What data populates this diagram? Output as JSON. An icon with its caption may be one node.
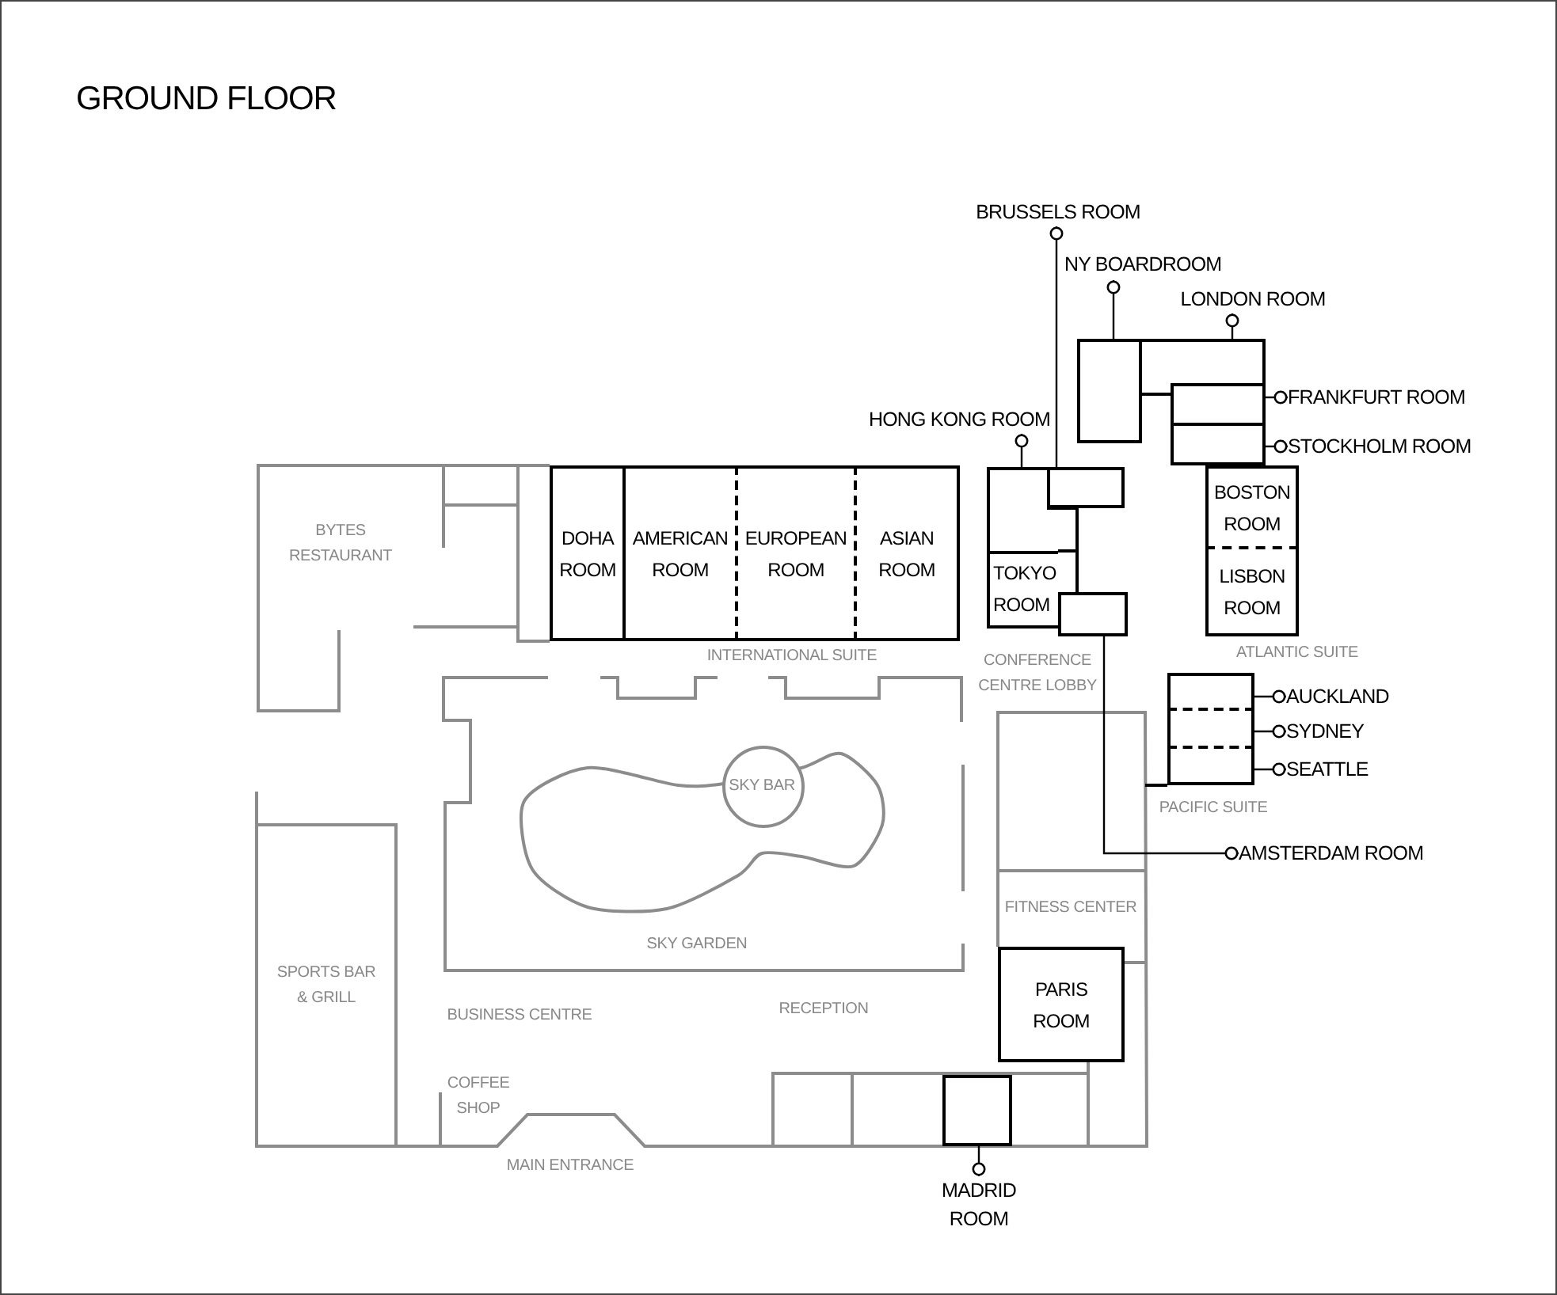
{
  "diagram": {
    "title": "GROUND FLOOR",
    "nodes": [
      {
        "text": [
          "BRUSSELS ROOM"
        ]
      },
      {
        "text": [
          "NY BOARDROOM"
        ]
      },
      {
        "text": [
          "LONDON ROOM"
        ]
      },
      {
        "text": [
          "FRANKFURT ROOM"
        ]
      },
      {
        "text": [
          "HONG KONG ROOM"
        ]
      },
      {
        "text": [
          "STOCKHOLM ROOM"
        ]
      },
      {
        "text": [],
        "shape": "box"
      },
      {
        "text": [],
        "shape": "box"
      },
      {
        "text": [],
        "shape": "box"
      },
      {
        "text": [],
        "shape": "box"
      },
      {
        "text": [],
        "shape": "box"
      },
      {
        "text": [],
        "shape": "box"
      },
      {
        "text": [
          "DOHA ROOM"
        ]
      },
      {
        "text": [
          "AMERICAN ROOM"
        ]
      },
      {
        "text": [
          "EUROPEAN ROOM"
        ]
      },
      {
        "text": [
          "ASIAN ROOM"
        ]
      },
      {
        "text": [
          "BOSTON ROOM"
        ]
      },
      {
        "text": [
          "TOKYO ROOM"
        ]
      },
      {
        "text": [],
        "shape": "box"
      },
      {
        "text": [
          "LISBON ROOM"
        ]
      },
      {
        "text": [],
        "shape": "box"
      },
      {
        "text": [],
        "shape": "box"
      },
      {
        "text": [],
        "shape": "box"
      },
      {
        "text": [
          "AUCKLAND"
        ]
      },
      {
        "text": [
          "SYDNEY"
        ]
      },
      {
        "text": [
          "SEATTLE"
        ]
      },
      {
        "text": [
          "AMSTERDAM ROOM"
        ]
      },
      {
        "text": [
          "PARIS ROOM"
        ]
      },
      {
        "text": [],
        "shape": "box"
      },
      {
        "text": [
          "MADRID ROOM"
        ]
      }
    ],
    "edges": [
      {
        "from": 0,
        "to": 11,
        "arrow": "other"
      },
      {
        "from": 1,
        "to": 6,
        "arrow": "other"
      },
      {
        "from": 2,
        "to": 7,
        "arrow": "other"
      },
      {
        "from": 3,
        "to": 8,
        "arrow": "other"
      },
      {
        "from": 5,
        "to": 9,
        "arrow": "other"
      },
      {
        "from": 4,
        "to": 10,
        "arrow": "other"
      },
      {
        "from": 23,
        "to": 20,
        "arrow": "other"
      },
      {
        "from": 24,
        "to": 21,
        "arrow": "other"
      },
      {
        "from": 25,
        "to": 22,
        "arrow": "other"
      },
      {
        "from": 26,
        "to": 18,
        "arrow": "other"
      },
      {
        "from": 29,
        "to": 28,
        "arrow": "other"
      }
    ],
    "labels": [
      "BYTES RESTAURANT",
      "INTERNATIONAL SUITE",
      "CONFERENCE CENTRE LOBBY",
      "ATLANTIC SUITE",
      "SKY BAR",
      "PACIFIC SUITE",
      "FITNESS CENTER",
      "SKY GARDEN",
      "SPORTS BAR & GRILL",
      "BUSINESS CENTRE",
      "RECEPTION",
      "COFFEE SHOP",
      "MAIN ENTRANCE"
    ]
  }
}
